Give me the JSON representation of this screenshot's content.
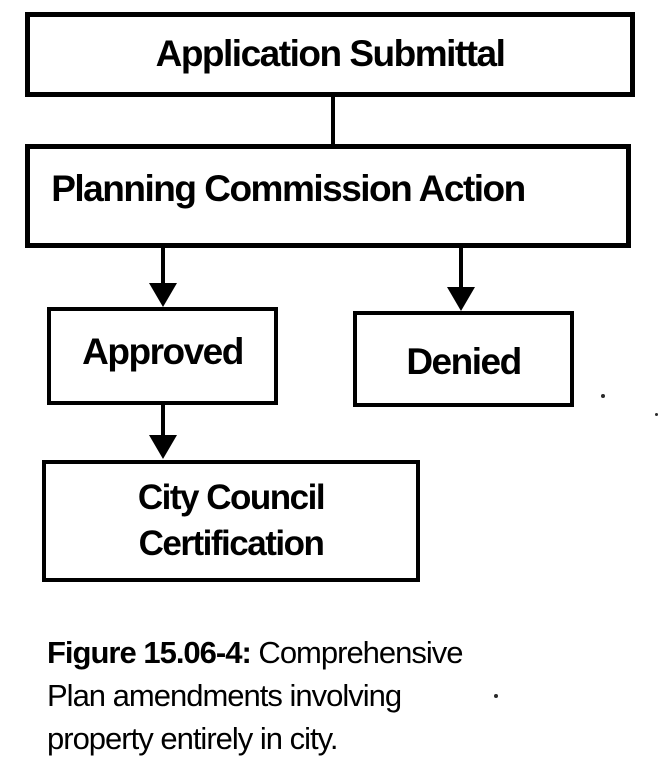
{
  "figure": {
    "type": "flowchart",
    "nodes": {
      "application_submittal": {
        "label": "Application Submittal"
      },
      "planning_commission_action": {
        "label": "Planning Commission Action"
      },
      "approved": {
        "label": "Approved"
      },
      "denied": {
        "label": "Denied"
      },
      "city_council_certification": {
        "line1": "City Council",
        "line2": "Certification"
      }
    },
    "edges": [
      {
        "from": "Application Submittal",
        "to": "Planning Commission Action",
        "arrow": false
      },
      {
        "from": "Planning Commission Action",
        "to": "Approved",
        "arrow": true
      },
      {
        "from": "Planning Commission Action",
        "to": "Denied",
        "arrow": true
      },
      {
        "from": "Approved",
        "to": "City Council Certification",
        "arrow": true
      }
    ],
    "caption": {
      "figure_label": "Figure 15.06-4:",
      "line1_rest": " Comprehensive",
      "line2": "Plan amendments involving",
      "line3": "property entirely in city."
    },
    "colors": {
      "ink": "#000000",
      "paper": "#ffffff"
    }
  }
}
